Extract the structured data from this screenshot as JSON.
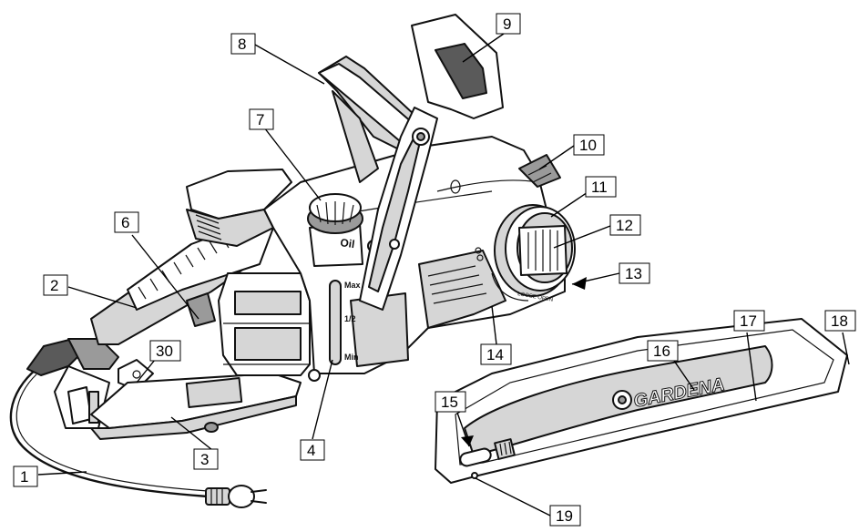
{
  "callouts": [
    {
      "id": "1",
      "label": "1"
    },
    {
      "id": "2",
      "label": "2"
    },
    {
      "id": "3",
      "label": "3"
    },
    {
      "id": "4",
      "label": "4"
    },
    {
      "id": "6",
      "label": "6"
    },
    {
      "id": "7",
      "label": "7"
    },
    {
      "id": "8",
      "label": "8"
    },
    {
      "id": "9",
      "label": "9"
    },
    {
      "id": "10",
      "label": "10"
    },
    {
      "id": "11",
      "label": "11"
    },
    {
      "id": "12",
      "label": "12"
    },
    {
      "id": "13",
      "label": "13"
    },
    {
      "id": "14",
      "label": "14"
    },
    {
      "id": "15",
      "label": "15"
    },
    {
      "id": "16",
      "label": "16"
    },
    {
      "id": "17",
      "label": "17"
    },
    {
      "id": "18",
      "label": "18"
    },
    {
      "id": "19",
      "label": "19"
    },
    {
      "id": "30",
      "label": "30"
    }
  ],
  "markings": {
    "oil_cap": "Oil",
    "gauge_max": "Max",
    "gauge_half": "1/2",
    "gauge_min": "Min",
    "knob_text": "LOOSE  OPEN",
    "bar_brand": "GARDENA"
  }
}
